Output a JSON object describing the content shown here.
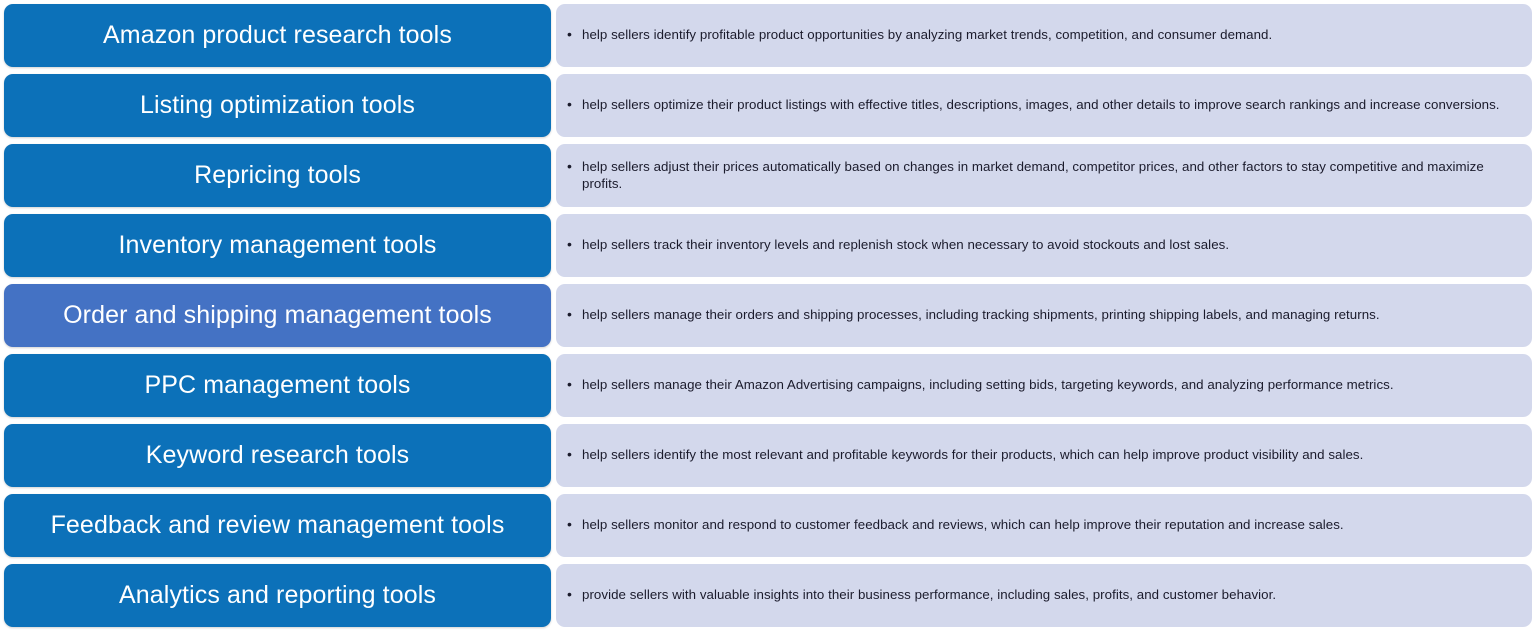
{
  "diagram": {
    "type": "two-column-label-description-list",
    "colors": {
      "label_fill": "#0c71b9",
      "label_fill_highlight": "#4472c4",
      "label_text": "#ffffff",
      "description_fill": "#d3d8ec",
      "description_text": "#1b1b2c",
      "background": "#ffffff"
    },
    "bullet_glyph": "•",
    "rows": [
      {
        "label": "Amazon product research tools",
        "description": "help sellers identify profitable product opportunities by analyzing market trends, competition, and consumer demand.",
        "highlighted": false
      },
      {
        "label": "Listing optimization tools",
        "description": "help sellers optimize their product listings with effective titles, descriptions, images, and other details to improve search rankings and increase conversions.",
        "highlighted": false
      },
      {
        "label": "Repricing tools",
        "description": "help sellers adjust their prices automatically based on changes in market demand, competitor prices, and other factors to stay competitive and maximize profits.",
        "highlighted": false
      },
      {
        "label": "Inventory management tools",
        "description": "help sellers track their inventory levels and replenish stock when necessary to avoid stockouts and lost sales.",
        "highlighted": false
      },
      {
        "label": "Order and shipping management tools",
        "description": "help sellers manage their orders and shipping processes, including tracking shipments, printing shipping labels, and managing returns.",
        "highlighted": true
      },
      {
        "label": "PPC management tools",
        "description": "help sellers manage their Amazon Advertising campaigns, including setting bids, targeting keywords, and analyzing performance metrics.",
        "highlighted": false
      },
      {
        "label": "Keyword research tools",
        "description": "help sellers identify the most relevant and profitable keywords for their products, which can help improve product visibility and sales.",
        "highlighted": false
      },
      {
        "label": "Feedback and review management tools",
        "description": "help sellers monitor and respond to customer feedback and reviews, which can help improve their reputation and increase sales.",
        "highlighted": false
      },
      {
        "label": "Analytics and reporting tools",
        "description": "provide sellers with valuable insights into their business performance, including sales, profits, and customer behavior.",
        "highlighted": false
      }
    ]
  }
}
